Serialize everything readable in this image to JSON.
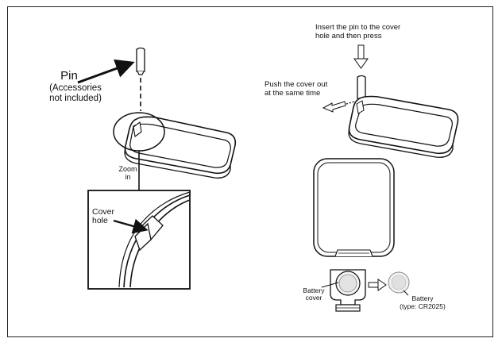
{
  "left_panel": {
    "pin_label": "Pin",
    "pin_note_line1": "(Accessories",
    "pin_note_line2": "not included)",
    "zoom_line1": "Zoom",
    "zoom_line2": "in",
    "cover_hole_line1": "Cover",
    "cover_hole_line2": "hole"
  },
  "right_panel": {
    "instruction_insert_line1": "Insert the pin to the cover",
    "instruction_insert_line2": "hole and then press",
    "instruction_push_line1": "Push the cover out",
    "instruction_push_line2": "at the same time",
    "battery_cover_line1": "Battery",
    "battery_cover_line2": "cover",
    "battery_line1": "Battery",
    "battery_line2": "(type: CR2025)"
  }
}
